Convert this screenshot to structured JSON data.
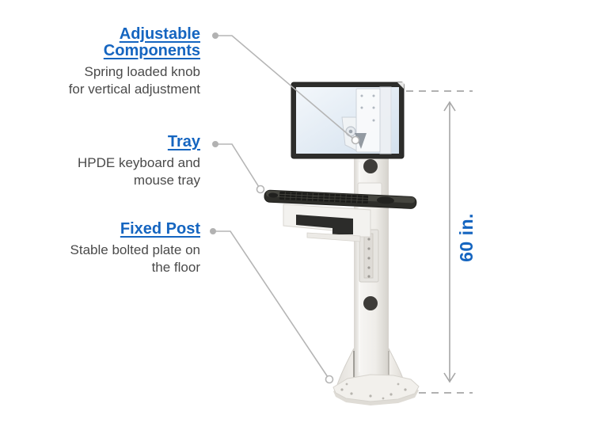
{
  "colors": {
    "accent": "#1565c0",
    "text": "#4a4a4a",
    "leader": "#b5b5b5",
    "dimension": "#a6a6a6"
  },
  "callouts": [
    {
      "title": "Adjustable Components",
      "title_lines": [
        "Adjustable",
        "Components"
      ],
      "desc_lines": [
        "Spring loaded knob",
        "for vertical adjustment"
      ]
    },
    {
      "title": "Tray",
      "title_lines": [
        "Tray"
      ],
      "desc_lines": [
        "HPDE keyboard and",
        "mouse tray"
      ]
    },
    {
      "title": "Fixed Post",
      "title_lines": [
        "Fixed Post"
      ],
      "desc_lines": [
        "Stable bolted plate on",
        "the floor"
      ]
    }
  ],
  "dimension": {
    "label": "60 in."
  },
  "figure": {
    "description": "Height adjustable monitor and keyboard tray mounted on a floor-bolted fixed post"
  }
}
